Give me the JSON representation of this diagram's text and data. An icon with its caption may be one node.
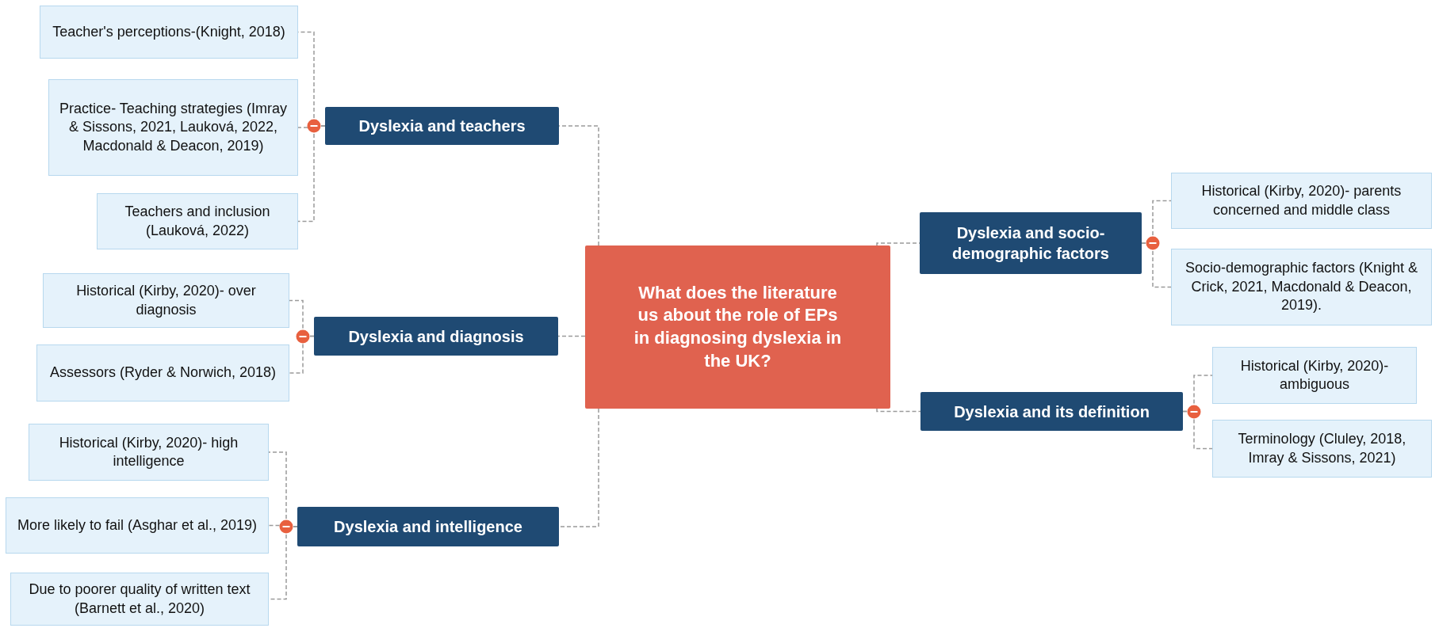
{
  "diagram": {
    "nodes": [
      {
        "text": [
          "Dyslexia and teachers"
        ]
      },
      {
        "text": [
          "Teacher's perceptions-(Knight, 2018)"
        ]
      },
      {
        "text": [
          "Practice- Teaching strategies (Imray & Sissons, 2021, Lauková, 2022, Macdonald & Deacon, 2019)"
        ]
      },
      {
        "text": [
          "Teachers and inclusion (Lauková, 2022)"
        ]
      },
      {
        "text": [
          "Dyslexia and diagnosis"
        ]
      },
      {
        "text": [
          "Historical (Kirby, 2020)- over diagnosis"
        ]
      },
      {
        "text": [
          "Assessors (Ryder & Norwich, 2018)"
        ]
      },
      {
        "text": [
          "Dyslexia and intelligence"
        ]
      },
      {
        "text": [
          "Historical (Kirby, 2020)- high intelligence"
        ]
      },
      {
        "text": [
          "More likely to fail (Asghar et al., 2019)"
        ]
      },
      {
        "text": [
          "Due to poorer quality of written text (Barnett et al., 2020)"
        ]
      },
      {
        "text": [
          "What does the literature us about the role of EPs in diagnosing dyslexia in the UK?"
        ]
      },
      {
        "text": [
          "Dyslexia and socio-demographic factors"
        ]
      },
      {
        "text": [
          "Historical (Kirby, 2020)- parents concerned and middle class"
        ]
      },
      {
        "text": [
          "Socio-demographic factors (Knight & Crick, 2021, Macdonald & Deacon, 2019)."
        ]
      },
      {
        "text": [
          "Dyslexia and its definition"
        ]
      },
      {
        "text": [
          "Historical (Kirby, 2020)- ambiguous"
        ]
      },
      {
        "text": [
          "Terminology (Cluley, 2018, Imray & Sissons, 2021)"
        ]
      }
    ],
    "edges": [
      {
        "from": 11,
        "to": 0,
        "arrow": "none"
      },
      {
        "from": 11,
        "to": 4,
        "arrow": "none"
      },
      {
        "from": 11,
        "to": 7,
        "arrow": "none"
      },
      {
        "from": 11,
        "to": 12,
        "arrow": "none"
      },
      {
        "from": 11,
        "to": 15,
        "arrow": "none"
      },
      {
        "from": 0,
        "to": 1,
        "arrow": "none"
      },
      {
        "from": 0,
        "to": 2,
        "arrow": "none"
      },
      {
        "from": 0,
        "to": 3,
        "arrow": "none"
      },
      {
        "from": 4,
        "to": 5,
        "arrow": "none"
      },
      {
        "from": 4,
        "to": 6,
        "arrow": "none"
      },
      {
        "from": 7,
        "to": 8,
        "arrow": "none"
      },
      {
        "from": 7,
        "to": 9,
        "arrow": "none"
      },
      {
        "from": 7,
        "to": 10,
        "arrow": "none"
      },
      {
        "from": 12,
        "to": 13,
        "arrow": "none"
      },
      {
        "from": 12,
        "to": 14,
        "arrow": "none"
      },
      {
        "from": 15,
        "to": 16,
        "arrow": "none"
      },
      {
        "from": 15,
        "to": 17,
        "arrow": "none"
      }
    ]
  }
}
